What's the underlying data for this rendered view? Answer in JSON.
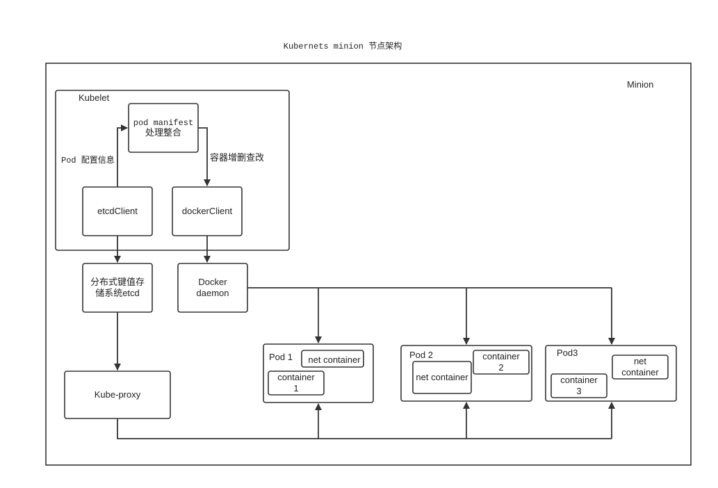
{
  "title": "Kubernets minion 节点架构",
  "minion": {
    "label": "Minion"
  },
  "kubelet": {
    "label": "Kubelet",
    "pod_manifest": {
      "line1": "pod manifest",
      "line2": "处理整合"
    },
    "etcd_client": "etcdClient",
    "docker_client": "dockerClient",
    "edge_pod_config": "Pod 配置信息",
    "edge_container_crud": "容器增删查改"
  },
  "etcd_store": {
    "line1": "分布式键值存",
    "line2": "储系统etcd"
  },
  "docker_daemon": {
    "line1": "Docker",
    "line2": "daemon"
  },
  "kube_proxy": "Kube-proxy",
  "pods": [
    {
      "label": "Pod 1",
      "net_container": "net container",
      "container": {
        "line1": "container",
        "line2": "1"
      }
    },
    {
      "label": "Pod 2",
      "net_container": "net container",
      "container": {
        "line1": "container",
        "line2": "2"
      }
    },
    {
      "label": "Pod3",
      "net_container": {
        "line1": "net",
        "line2": "container"
      },
      "container": {
        "line1": "container",
        "line2": "3"
      }
    }
  ]
}
